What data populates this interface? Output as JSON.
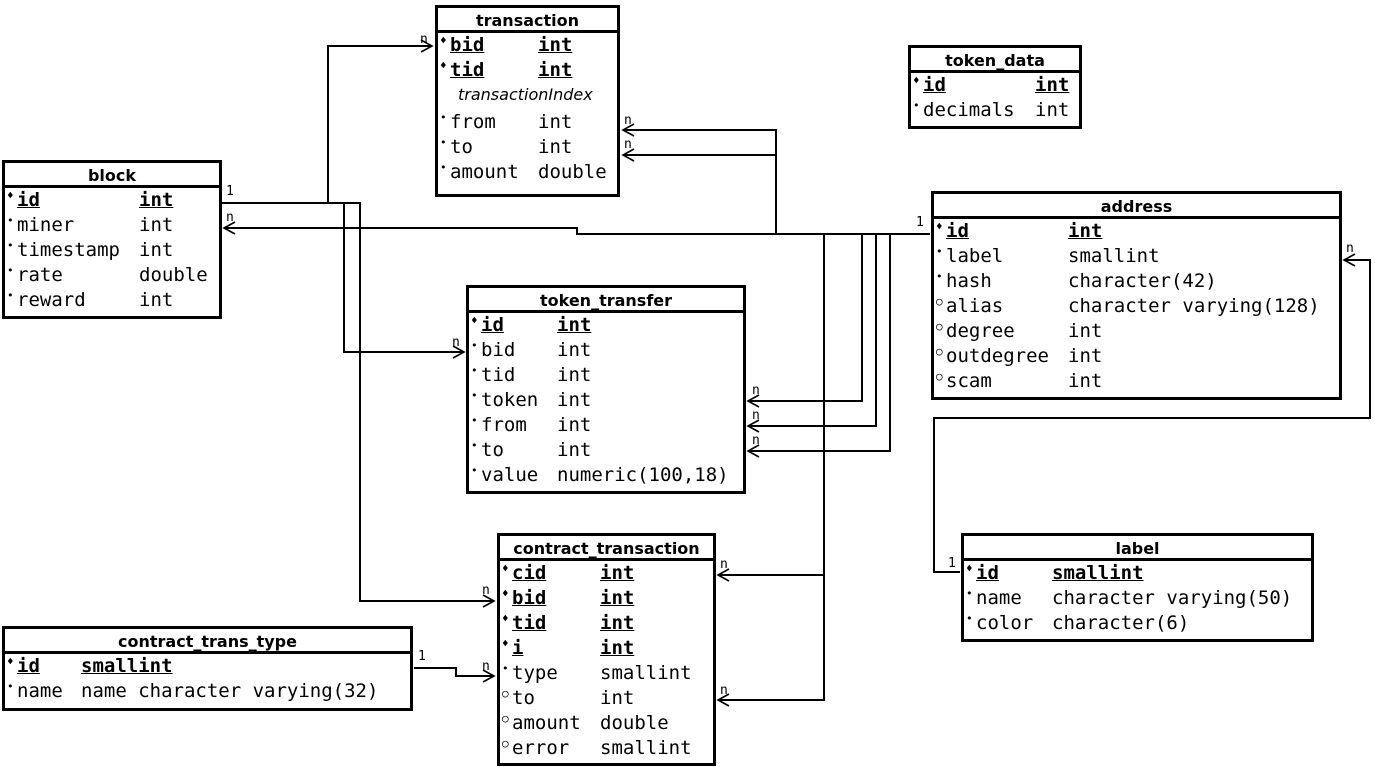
{
  "entities": {
    "transaction": {
      "title": "transaction",
      "index_label": "transactionIndex",
      "rows": [
        {
          "bullet": "♦",
          "name": "bid",
          "type": "int"
        },
        {
          "bullet": "♦",
          "name": "tid",
          "type": "int"
        },
        {
          "bullet": "•",
          "name": "from",
          "type": "int"
        },
        {
          "bullet": "•",
          "name": "to",
          "type": "int"
        },
        {
          "bullet": "•",
          "name": "amount",
          "type": "double"
        }
      ]
    },
    "token_data": {
      "title": "token_data",
      "rows": [
        {
          "bullet": "♦",
          "name": "id",
          "type": "int"
        },
        {
          "bullet": "•",
          "name": "decimals",
          "type": "int"
        }
      ]
    },
    "block": {
      "title": "block",
      "rows": [
        {
          "bullet": "♦",
          "name": "id",
          "type": "int"
        },
        {
          "bullet": "•",
          "name": "miner",
          "type": "int"
        },
        {
          "bullet": "•",
          "name": "timestamp",
          "type": "int"
        },
        {
          "bullet": "•",
          "name": "rate",
          "type": "double"
        },
        {
          "bullet": "•",
          "name": "reward",
          "type": "int"
        }
      ]
    },
    "address": {
      "title": "address",
      "rows": [
        {
          "bullet": "♦",
          "name": "id",
          "type": "int"
        },
        {
          "bullet": "•",
          "name": "label",
          "type": "smallint"
        },
        {
          "bullet": "•",
          "name": "hash",
          "type": "character(42)"
        },
        {
          "bullet": "○",
          "name": "alias",
          "type": "character varying(128)"
        },
        {
          "bullet": "○",
          "name": "degree",
          "type": "int"
        },
        {
          "bullet": "○",
          "name": "outdegree",
          "type": "int"
        },
        {
          "bullet": "○",
          "name": "scam",
          "type": "int"
        }
      ]
    },
    "token_transfer": {
      "title": "token_transfer",
      "rows": [
        {
          "bullet": "♦",
          "name": "id",
          "type": "int"
        },
        {
          "bullet": "•",
          "name": "bid",
          "type": "int"
        },
        {
          "bullet": "•",
          "name": "tid",
          "type": "int"
        },
        {
          "bullet": "•",
          "name": "token",
          "type": "int"
        },
        {
          "bullet": "•",
          "name": "from",
          "type": "int"
        },
        {
          "bullet": "•",
          "name": "to",
          "type": "int"
        },
        {
          "bullet": "•",
          "name": "value",
          "type": "numeric(100,18)"
        }
      ]
    },
    "contract_transaction": {
      "title": "contract_transaction",
      "rows": [
        {
          "bullet": "♦",
          "name": "cid",
          "type": "int"
        },
        {
          "bullet": "♦",
          "name": "bid",
          "type": "int"
        },
        {
          "bullet": "♦",
          "name": "tid",
          "type": "int"
        },
        {
          "bullet": "♦",
          "name": "i",
          "type": "int"
        },
        {
          "bullet": "•",
          "name": "type",
          "type": "smallint"
        },
        {
          "bullet": "○",
          "name": "to",
          "type": "int"
        },
        {
          "bullet": "○",
          "name": "amount",
          "type": "double"
        },
        {
          "bullet": "○",
          "name": "error",
          "type": "smallint"
        }
      ]
    },
    "label": {
      "title": "label",
      "rows": [
        {
          "bullet": "♦",
          "name": "id",
          "type": "smallint"
        },
        {
          "bullet": "•",
          "name": "name",
          "type": "character varying(50)"
        },
        {
          "bullet": "•",
          "name": "color",
          "type": "character(6)"
        }
      ]
    },
    "contract_trans_type": {
      "title": "contract_trans_type",
      "rows": [
        {
          "bullet": "♦",
          "name": "id",
          "type": "smallint"
        },
        {
          "bullet": "•",
          "name": "name",
          "type": "name character varying(32)"
        }
      ]
    }
  },
  "cardinality": {
    "one": "1",
    "many": "n"
  }
}
